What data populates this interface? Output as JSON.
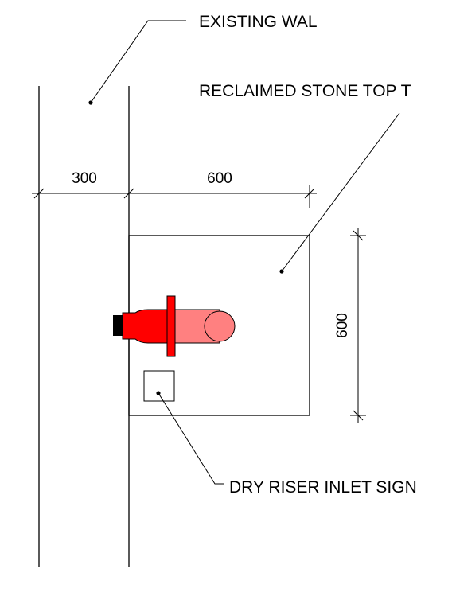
{
  "labels": {
    "existing_wall": "EXISTING WAL",
    "stone_top": "RECLAIMED STONE TOP T",
    "inlet_sign": "DRY RISER INLET SIGN"
  },
  "dimensions": {
    "wall_thickness": "300",
    "slab_width": "600",
    "slab_depth": "600"
  },
  "colors": {
    "pipe_red": "#ff0000",
    "pipe_light_red": "#ff8080",
    "cap_black": "#000000",
    "line": "#000000"
  },
  "icons": {
    "dry_riser_inlet": "dry-riser-inlet-symbol",
    "sign_box": "sign-box-symbol"
  }
}
